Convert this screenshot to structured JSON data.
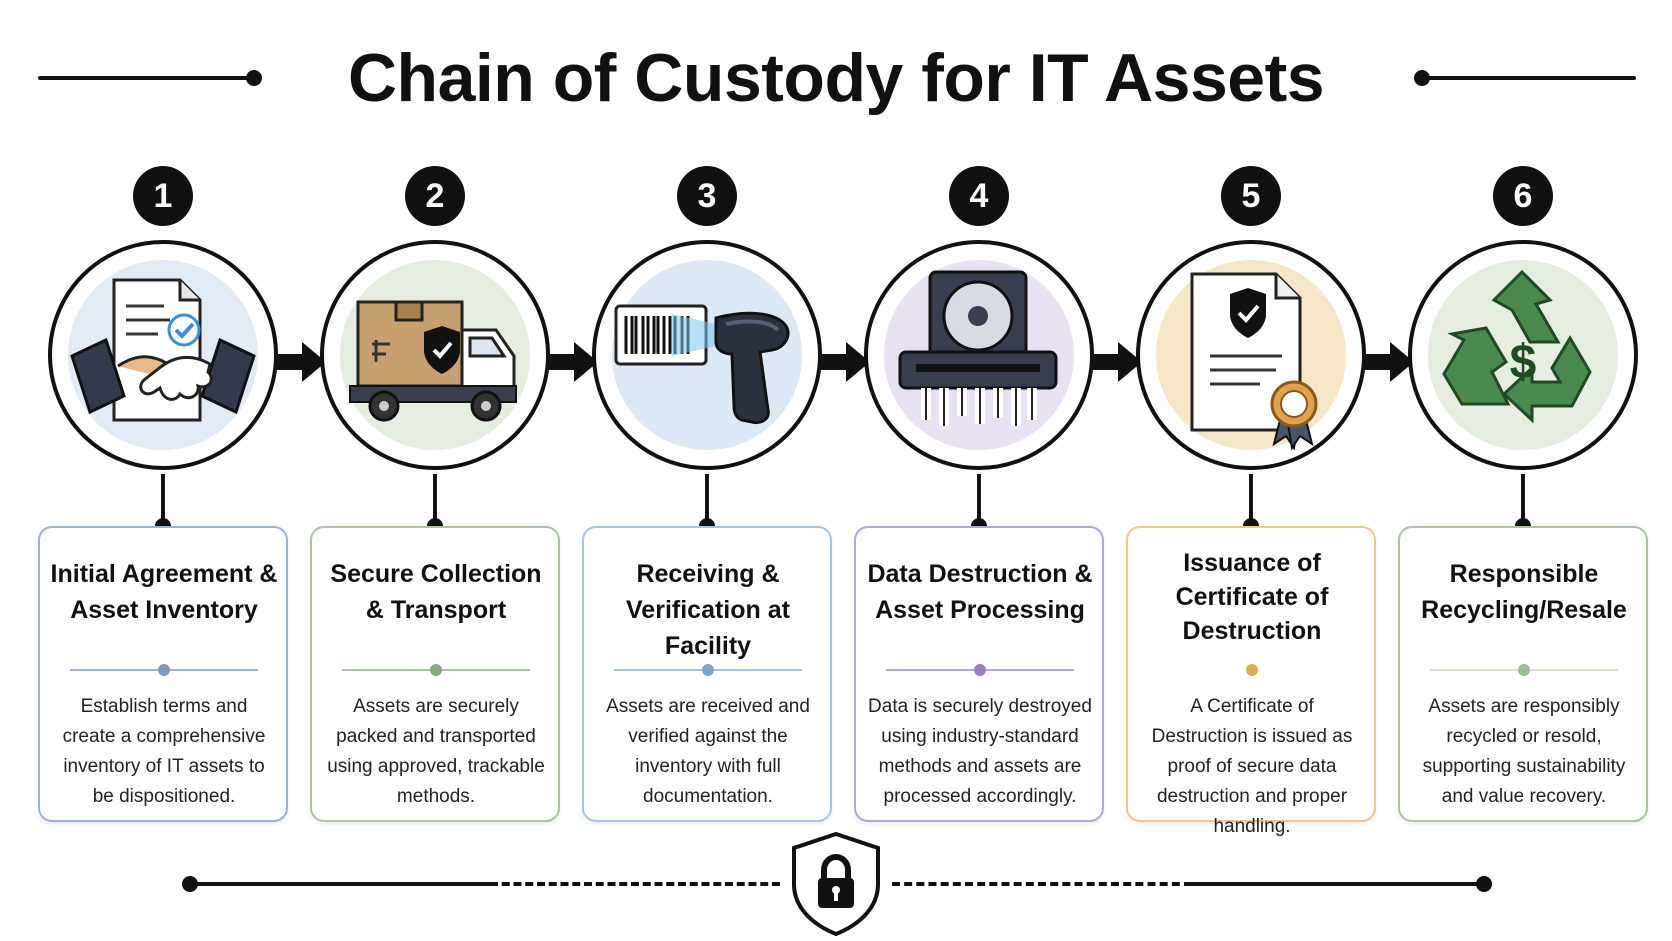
{
  "header": {
    "title": "Chain of Custody for IT Assets"
  },
  "colors": {
    "step1": "#9db2d1",
    "step2": "#a9c5a1",
    "step3": "#a8c3dc",
    "step4": "#b9a4d3",
    "step5": "#ebc98c",
    "step6": "#a9c5a1"
  },
  "steps": [
    {
      "number": "1",
      "title": "Initial Agreement & Asset Inventory",
      "description": "Establish terms and create a comprehensive inventory of IT assets to be dispositioned.",
      "icon": "handshake-document-icon"
    },
    {
      "number": "2",
      "title": "Secure Collection & Transport",
      "description": "Assets are securely packed and transported using approved, trackable methods.",
      "icon": "delivery-truck-icon"
    },
    {
      "number": "3",
      "title": "Receiving & Verification at Facility",
      "description": "Assets are received and verified against the inventory with full documentation.",
      "icon": "barcode-scanner-icon"
    },
    {
      "number": "4",
      "title": "Data Destruction & Asset Processing",
      "description": "Data is securely destroyed using industry-standard methods and assets are processed accordingly.",
      "icon": "hard-drive-shredder-icon"
    },
    {
      "number": "5",
      "title": "Issuance of Certificate of Destruction",
      "description": "A Certificate of Destruction is issued as proof of secure data destruction and proper handling.",
      "icon": "certificate-icon"
    },
    {
      "number": "6",
      "title": "Responsible Recycling/Resale",
      "description": "Assets are responsibly recycled or resold, supporting sustainability and value recovery.",
      "icon": "recycle-dollar-icon"
    }
  ]
}
